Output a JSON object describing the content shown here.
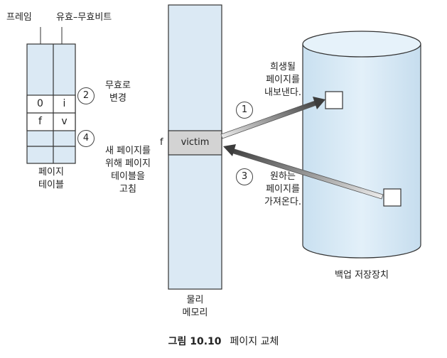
{
  "page_table": {
    "frame_header": "프레임",
    "valid_header": "유효–무효비트",
    "row_a": {
      "frame": "0",
      "bit": "i"
    },
    "row_b": {
      "frame": "f",
      "bit": "v"
    },
    "label": "페이지\n테이블"
  },
  "physical_memory": {
    "frame_label": "f",
    "victim_label": "victim",
    "label": "물리\n메모리"
  },
  "backing_store": {
    "label": "백업 저장장치"
  },
  "steps": [
    {
      "num": "1",
      "text": "희생될\n페이지를\n내보낸다."
    },
    {
      "num": "2",
      "text": "무효로\n변경"
    },
    {
      "num": "3",
      "text": "원하는\n페이지를\n가져온다."
    },
    {
      "num": "4",
      "text": "새 페이지를\n위해 페이지\n테이블을\n고침"
    }
  ],
  "caption": {
    "number": "그림 10.10",
    "title": "페이지 교체"
  },
  "colors": {
    "memory_fill": "#dbe9f4",
    "victim_fill": "#d3d3d3",
    "arrow_dark": "#4a4a4a",
    "arrow_light": "#e8e8e8"
  }
}
